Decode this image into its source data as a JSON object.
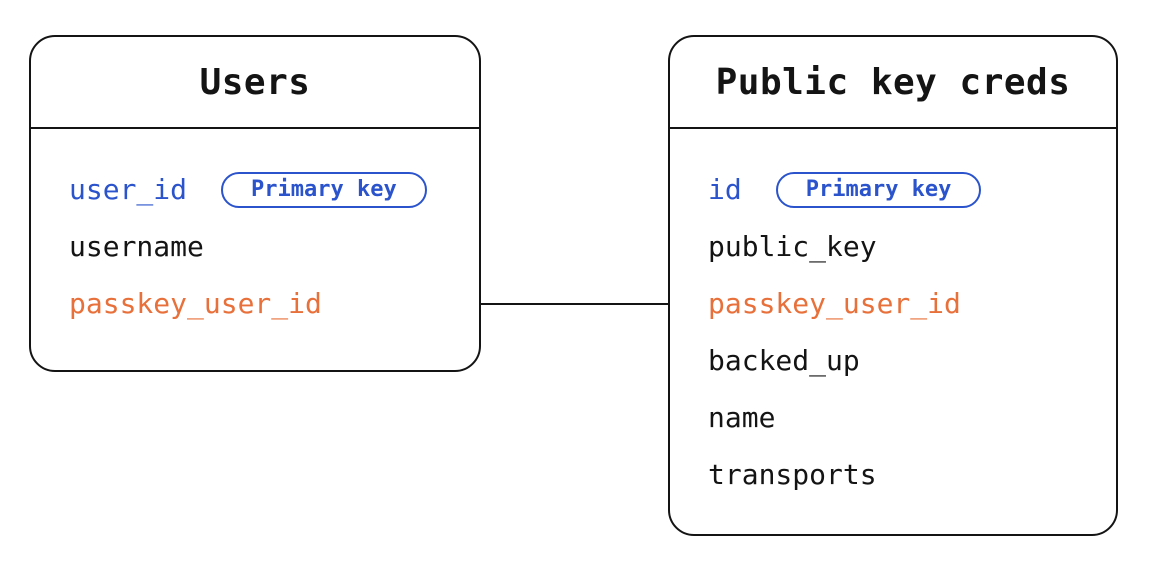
{
  "colors": {
    "canvas_background": "#ffffff",
    "outline": "#141414",
    "field_text": "#141414",
    "primary_key_blue": "#2b54cc",
    "linked_field_orange": "#e8713b"
  },
  "tables": [
    {
      "title": "Users",
      "fields": [
        {
          "name": "user_id",
          "badge": "Primary key"
        },
        {
          "name": "username"
        },
        {
          "name": "passkey_user_id"
        }
      ]
    },
    {
      "title": "Public key creds",
      "fields": [
        {
          "name": "id",
          "badge": "Primary key"
        },
        {
          "name": "public_key"
        },
        {
          "name": "passkey_user_id"
        },
        {
          "name": "backed_up"
        },
        {
          "name": "name"
        },
        {
          "name": "transports"
        }
      ]
    }
  ],
  "relationship": {
    "from": "Users.passkey_user_id",
    "to": "Public key creds.passkey_user_id",
    "type": "line"
  }
}
